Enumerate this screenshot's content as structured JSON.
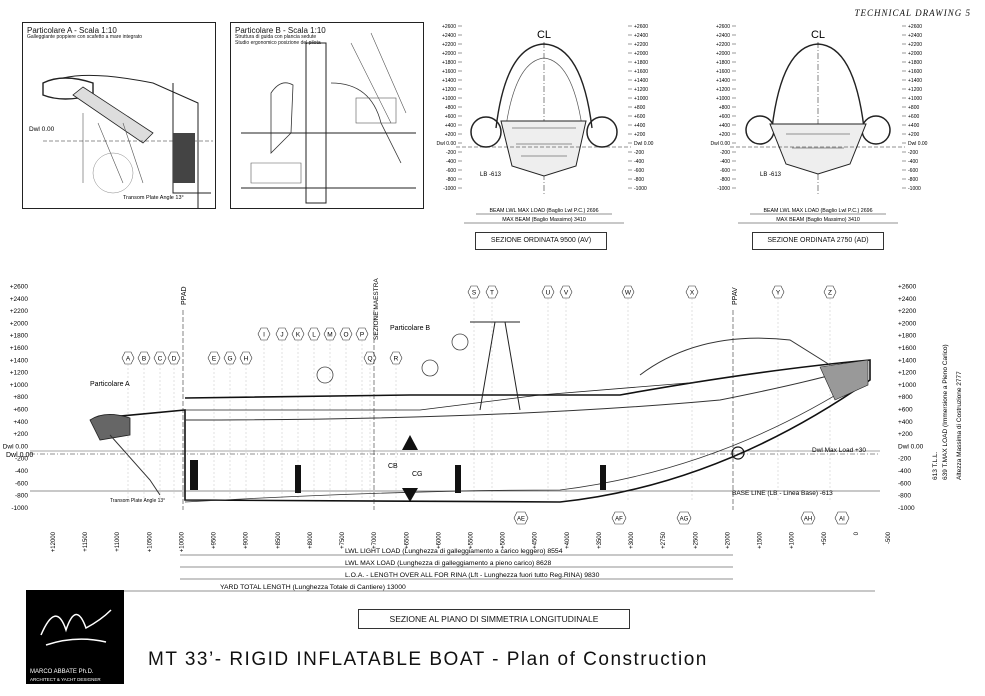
{
  "sheet": {
    "title": "TECHNICAL DRAWING 5"
  },
  "details": [
    {
      "title": "Particolare A - Scala 1:10",
      "sub1": "Galleggiante poppiere con scafetto a mare integrato",
      "sub2": "",
      "dwl": "Dwl 0.00",
      "transom": "Transom Plate Angle 13°"
    },
    {
      "title": "Particolare B - Scala 1:10",
      "sub1": "Struttura di guida con plancia sedute",
      "sub2": "Studio ergonomico posizione del pilota",
      "dwl": "",
      "transom": ""
    }
  ],
  "sections": {
    "centerline": "CL",
    "levels": [
      "+2600",
      "+2400",
      "+2200",
      "+2000",
      "+1800",
      "+1600",
      "+1400",
      "+1200",
      "+1000",
      "+800",
      "+600",
      "+400",
      "+200",
      "Dwl 0.00",
      "-200",
      "-400",
      "-600",
      "-800",
      "-1000"
    ],
    "dwl": "Dwl 0.00",
    "lb": "LB -613",
    "beam_lwl_av": "BEAM LWL MAX LOAD (Baglio Lwl P.C.) 2696",
    "beam_max_av": "MAX BEAM (Baglio Massimo) 3410",
    "beam_lwl_ad": "BEAM LWL MAX LOAD (Baglio Lwl P.C.) 2696",
    "beam_max_ad": "MAX BEAM (Baglio Massimo) 3410",
    "caption_av": "SEZIONE ORDINATA 9500 (AV)",
    "caption_ad": "SEZIONE ORDINATA 2750 (AD)",
    "side_tll": "613 T.L.L.",
    "side_tmax": "639 T.MAX LOAD (Immersione a Pieno Carico)",
    "side_height": "Altezza Massima di Costruzione 2777"
  },
  "profile": {
    "ppad": "PPAD",
    "ppav": "PPAV",
    "sezione_maestra": "SEZIONE MAESTRA",
    "particolare_a": "Particolare A",
    "particolare_b": "Particolare B",
    "dwl": "Dwl 0.00",
    "dwl_max": "Dwl Max Load +30",
    "baseline": "BASE LINE (LB - Linea Base) -613",
    "transom": "Transom Plate Angle 13°",
    "cb": "CB",
    "cg": "CG",
    "stations": [
      "A",
      "B",
      "C",
      "D",
      "E",
      "G",
      "H",
      "I",
      "J",
      "K",
      "L",
      "M",
      "O",
      "P",
      "Q",
      "R",
      "S",
      "T",
      "U",
      "V",
      "W",
      "X",
      "Y",
      "Z"
    ],
    "bottom_stations": [
      "AE",
      "AF",
      "AG",
      "AH",
      "AI"
    ],
    "x_ticks": [
      "+12000",
      "+11500",
      "+11000",
      "+10500",
      "+10000",
      "+9500",
      "+9000",
      "+8500",
      "+8000",
      "+7500",
      "+7000",
      "+6500",
      "+6000",
      "+5500",
      "+5000",
      "+4500",
      "+4000",
      "+3500",
      "+3000",
      "+2750",
      "+2500",
      "+2000",
      "+1500",
      "+1000",
      "+500",
      "0",
      "-500"
    ],
    "dims": [
      "LWL LIGHT LOAD (Lunghezza di galleggiamento a carico leggero) 8554",
      "LWL MAX LOAD (Lunghezza di galleggiamento a pieno carico) 8628",
      "L.O.A. - LENGTH OVER ALL FOR RINA (Lft - Lunghezza fuori tutto Reg.RINA) 9830",
      "YARD TOTAL LENGTH (Lunghezza Totale di Cantiere) 13000"
    ],
    "caption": "SEZIONE  AL PIANO DI SIMMETRIA LONGITUDINALE"
  },
  "title_block": {
    "title": "MT 33’- RIGID INFLATABLE BOAT - Plan of Construction",
    "designer": "MARCO ABBATE Ph.D.",
    "designer_sub": "ARCHITECT & YACHT DESIGNER"
  }
}
